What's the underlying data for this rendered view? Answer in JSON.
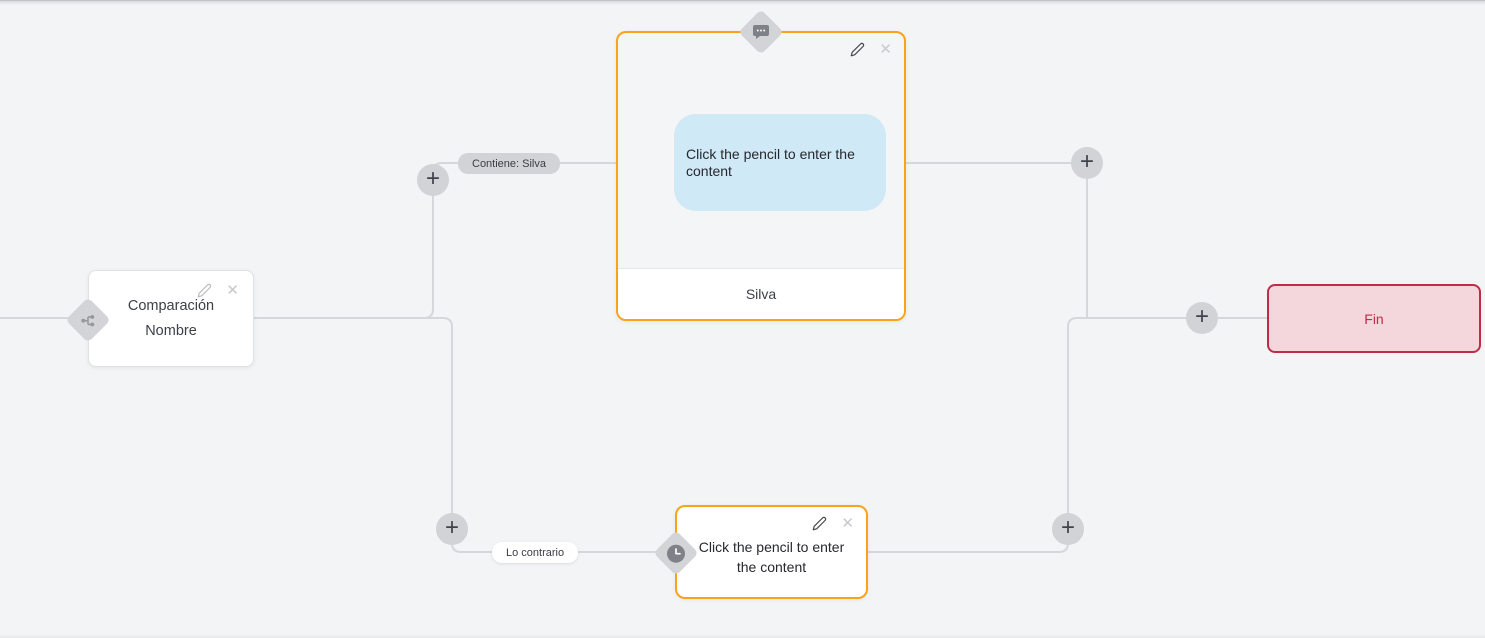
{
  "ui": {
    "plus_glyph": "+",
    "close_glyph": "✕",
    "colors": {
      "canvas_bg": "#f3f4f6",
      "wire": "#d5d7db",
      "accent_orange": "#f8a31a",
      "end_border_red": "#bd2d47",
      "end_bg_pink": "#f3d7dc",
      "bubble_blue": "#cfe9f6",
      "plus_bg": "#d2d3d7",
      "pill_gray_bg": "#d2d3d7",
      "pill_white_bg": "#ffffff"
    }
  },
  "nodes": {
    "condition": {
      "title": "Comparación",
      "subtitle": "Nombre"
    },
    "message": {
      "bubble_text": "Click the pencil to enter the content",
      "footer": "Silva"
    },
    "delay": {
      "text": "Click the pencil to enter the content"
    },
    "end": {
      "label": "Fin"
    }
  },
  "edges": {
    "contains_label": "Contiene: Silva",
    "otherwise_label": "Lo contrario"
  }
}
